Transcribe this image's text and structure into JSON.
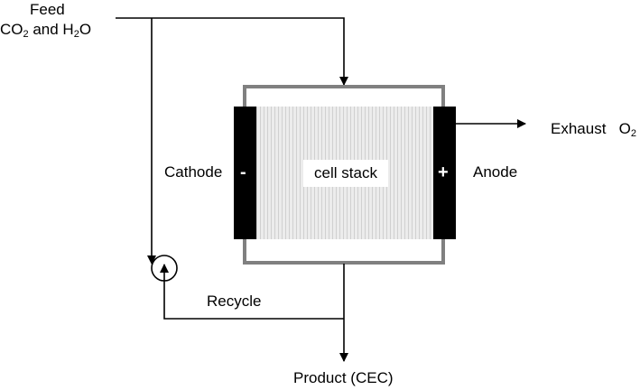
{
  "feed": {
    "label": "Feed",
    "composition_parts": [
      "CO",
      "2",
      " and H",
      "2",
      "O"
    ]
  },
  "cathode": {
    "label": "Cathode",
    "sign": "-"
  },
  "anode": {
    "label": "Anode",
    "sign": "+"
  },
  "stack": {
    "label": "cell stack"
  },
  "exhaust": {
    "label": "Exhaust",
    "species": "O",
    "species_sub": "2"
  },
  "recycle": {
    "label": "Recycle"
  },
  "product": {
    "label": "Product (CEC)"
  },
  "colors": {
    "line": "#000000",
    "manifold": "#808080",
    "electrode": "#000000",
    "stack_fill": "#e8e8e8",
    "stack_stripe": "#d2d2d2"
  }
}
